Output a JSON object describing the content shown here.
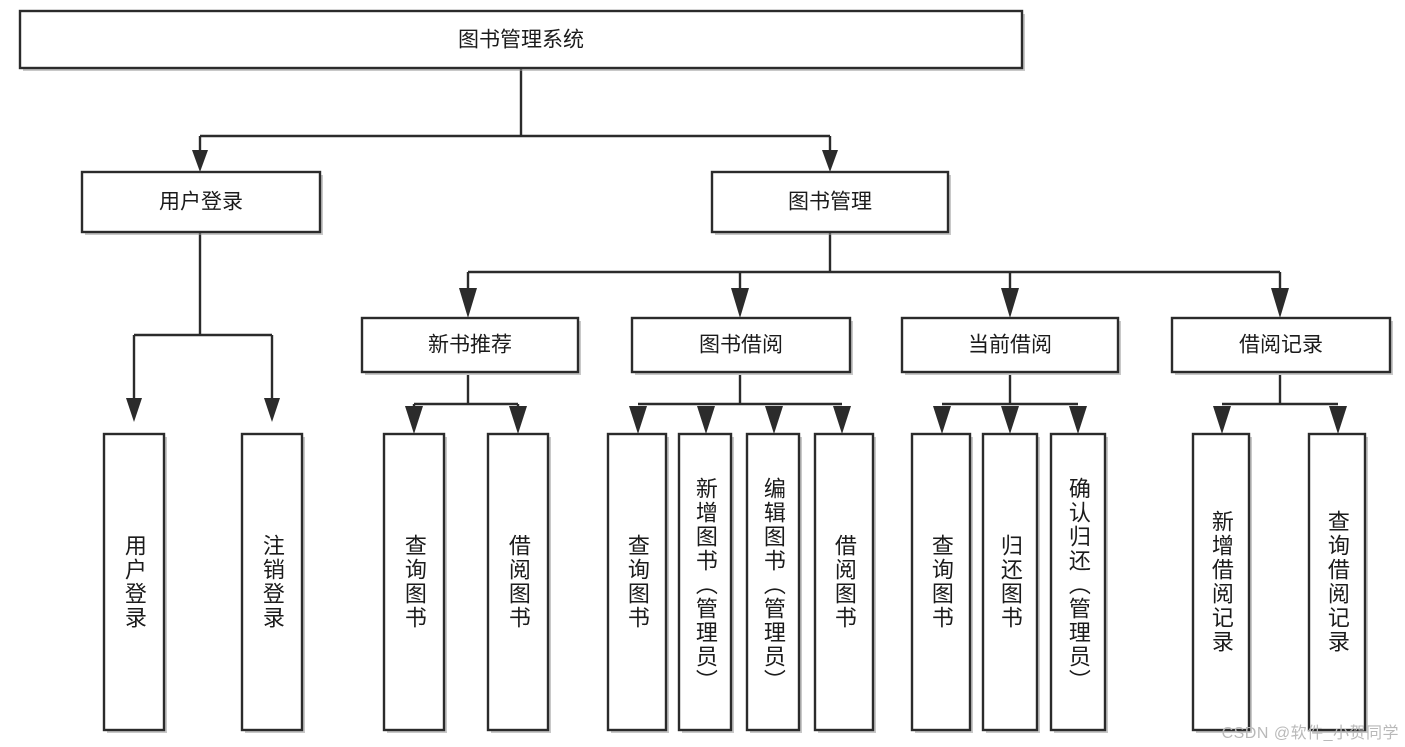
{
  "diagram": {
    "title": "图书管理系统",
    "type": "tree",
    "watermark": "CSDN @软件_小贺同学",
    "colors": {
      "box_stroke": "#2b2b2b",
      "box_fill": "#ffffff",
      "connector": "#2b2b2b",
      "text": "#1b1b1b",
      "watermark": "#b9b9b9",
      "canvas": "#ffffff"
    },
    "root": {
      "label": "图书管理系统"
    },
    "level2": [
      {
        "label": "用户登录"
      },
      {
        "label": "图书管理"
      }
    ],
    "level3": [
      {
        "label": "新书推荐",
        "parent": "图书管理"
      },
      {
        "label": "图书借阅",
        "parent": "图书管理"
      },
      {
        "label": "当前借阅",
        "parent": "图书管理"
      },
      {
        "label": "借阅记录",
        "parent": "图书管理"
      }
    ],
    "leaves": {
      "用户登录": [
        {
          "label": "用户登录"
        },
        {
          "label": "注销登录"
        }
      ],
      "新书推荐": [
        {
          "label": "查询图书"
        },
        {
          "label": "借阅图书"
        }
      ],
      "图书借阅": [
        {
          "label": "查询图书"
        },
        {
          "label": "新增图书（管理员）"
        },
        {
          "label": "编辑图书（管理员）"
        },
        {
          "label": "借阅图书"
        }
      ],
      "当前借阅": [
        {
          "label": "查询图书"
        },
        {
          "label": "归还图书"
        },
        {
          "label": "确认归还（管理员）"
        }
      ],
      "借阅记录": [
        {
          "label": "新增借阅记录"
        },
        {
          "label": "查询借阅记录"
        }
      ]
    }
  }
}
